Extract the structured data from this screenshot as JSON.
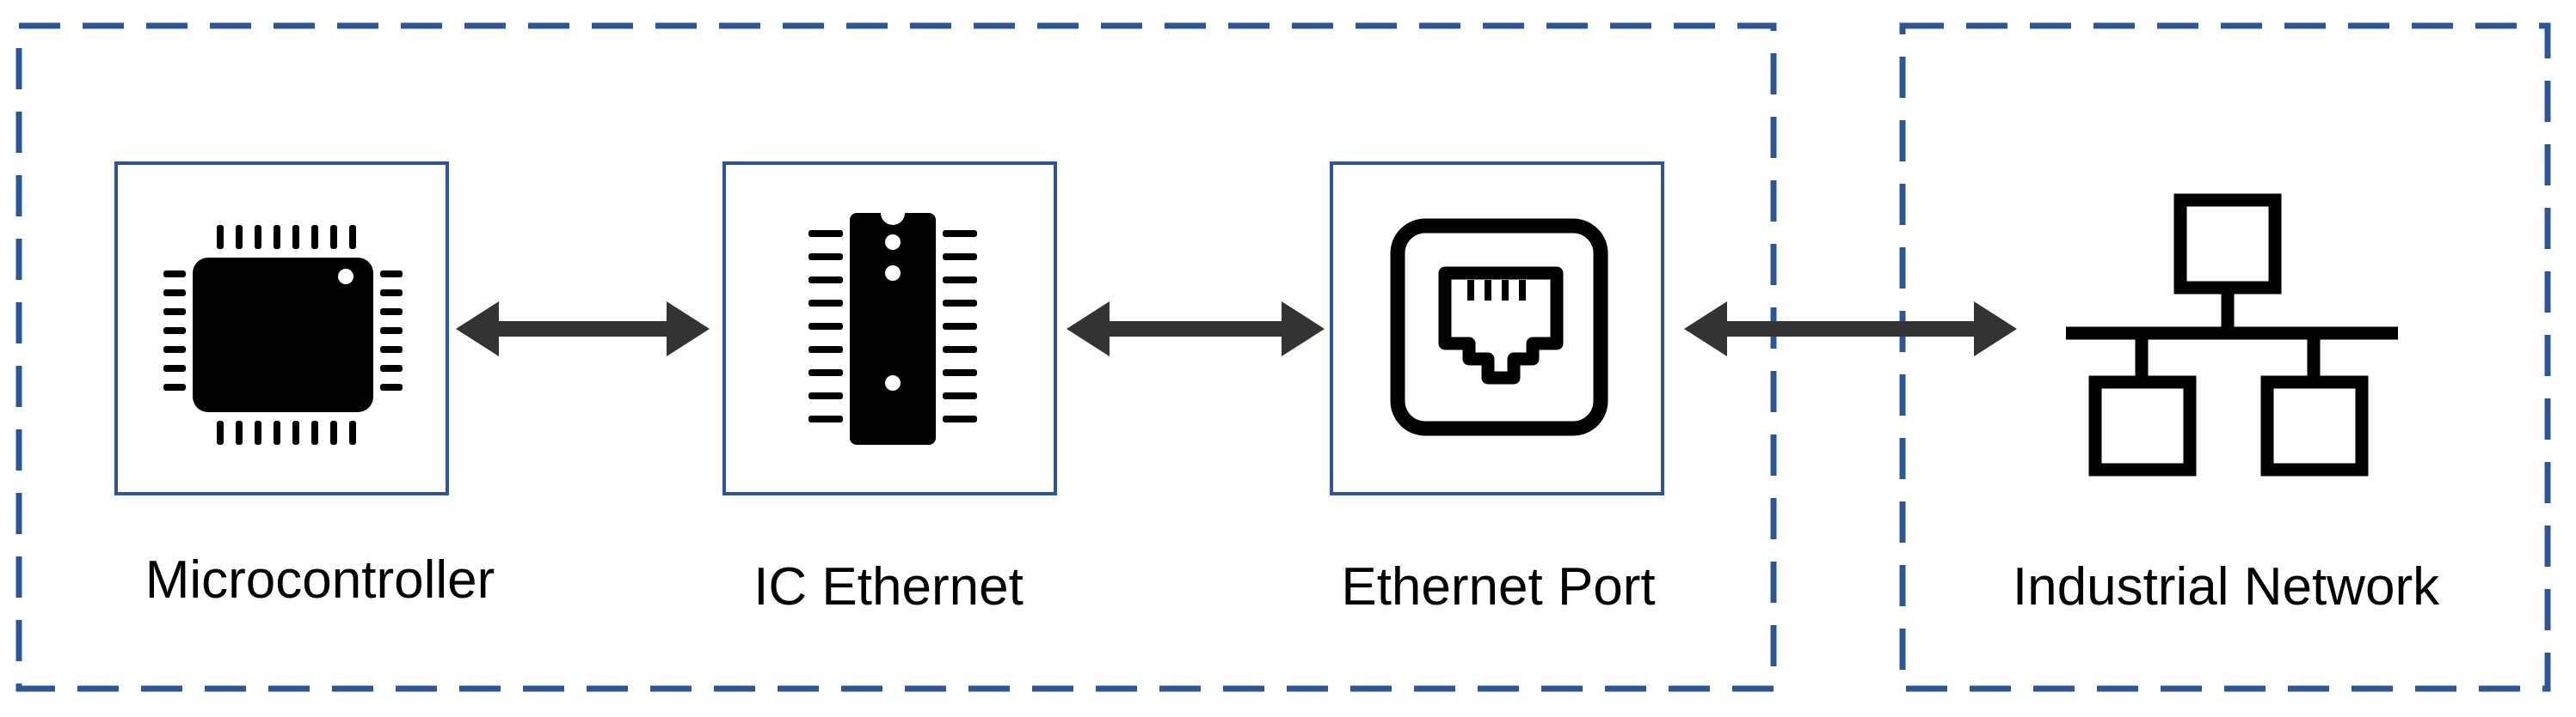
{
  "colors": {
    "border": "#2E5597",
    "icon": "#000000",
    "arrow": "#333333",
    "background": "#FFFFFF"
  },
  "groups": [
    {
      "name": "device-group"
    },
    {
      "name": "network-group"
    }
  ],
  "components": [
    {
      "id": "microcontroller",
      "label": "Microcontroller",
      "icon": "microcontroller-chip-icon"
    },
    {
      "id": "ic-ethernet",
      "label": "IC Ethernet",
      "icon": "dip-ic-icon"
    },
    {
      "id": "ethernet-port",
      "label": "Ethernet Port",
      "icon": "rj45-port-icon"
    },
    {
      "id": "industrial-network",
      "label": "Industrial Network",
      "icon": "network-topology-icon"
    }
  ],
  "connections": [
    {
      "from": "microcontroller",
      "to": "ic-ethernet",
      "direction": "bidirectional"
    },
    {
      "from": "ic-ethernet",
      "to": "ethernet-port",
      "direction": "bidirectional"
    },
    {
      "from": "ethernet-port",
      "to": "industrial-network",
      "direction": "bidirectional"
    }
  ]
}
